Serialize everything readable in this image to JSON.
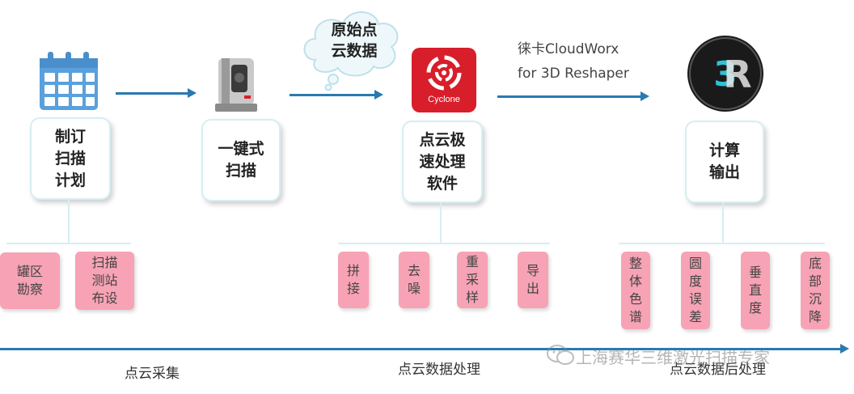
{
  "cloud": {
    "text": "原始点\n云数据"
  },
  "software_label": "徕卡CloudWorx\nfor 3D Reshaper",
  "cyclone_logo": {
    "text": "Cyclone"
  },
  "steps": [
    {
      "label": "制订\n扫描\n计划",
      "icon": "calendar-icon"
    },
    {
      "label": "一键式\n扫描",
      "icon": "laser-scanner-icon"
    },
    {
      "label": "点云极\n速处理\n软件",
      "icon": "cyclone-logo"
    },
    {
      "label": "计算\n输出",
      "icon": "3dr-logo"
    }
  ],
  "subtasks": {
    "group1": [
      "罐区\n勘察",
      "扫描\n测站\n布设"
    ],
    "group2": [
      "拼\n接",
      "去\n噪",
      "重\n采\n样",
      "导\n出"
    ],
    "group3": [
      "整\n体\n色\n谱",
      "圆\n度\n误\n差",
      "垂\n直\n度",
      "底\n部\n沉\n降"
    ]
  },
  "phases": [
    "点云采集",
    "点云数据处理",
    "点云数据后处理"
  ],
  "watermark": "上海赛华三维激光扫描专家",
  "colors": {
    "arrow": "#2a7ab0",
    "pink": "#f7a3b5",
    "card_border": "#d5eef3",
    "calendar": "#5aa0dc",
    "cyclone_red": "#d81e2a"
  }
}
